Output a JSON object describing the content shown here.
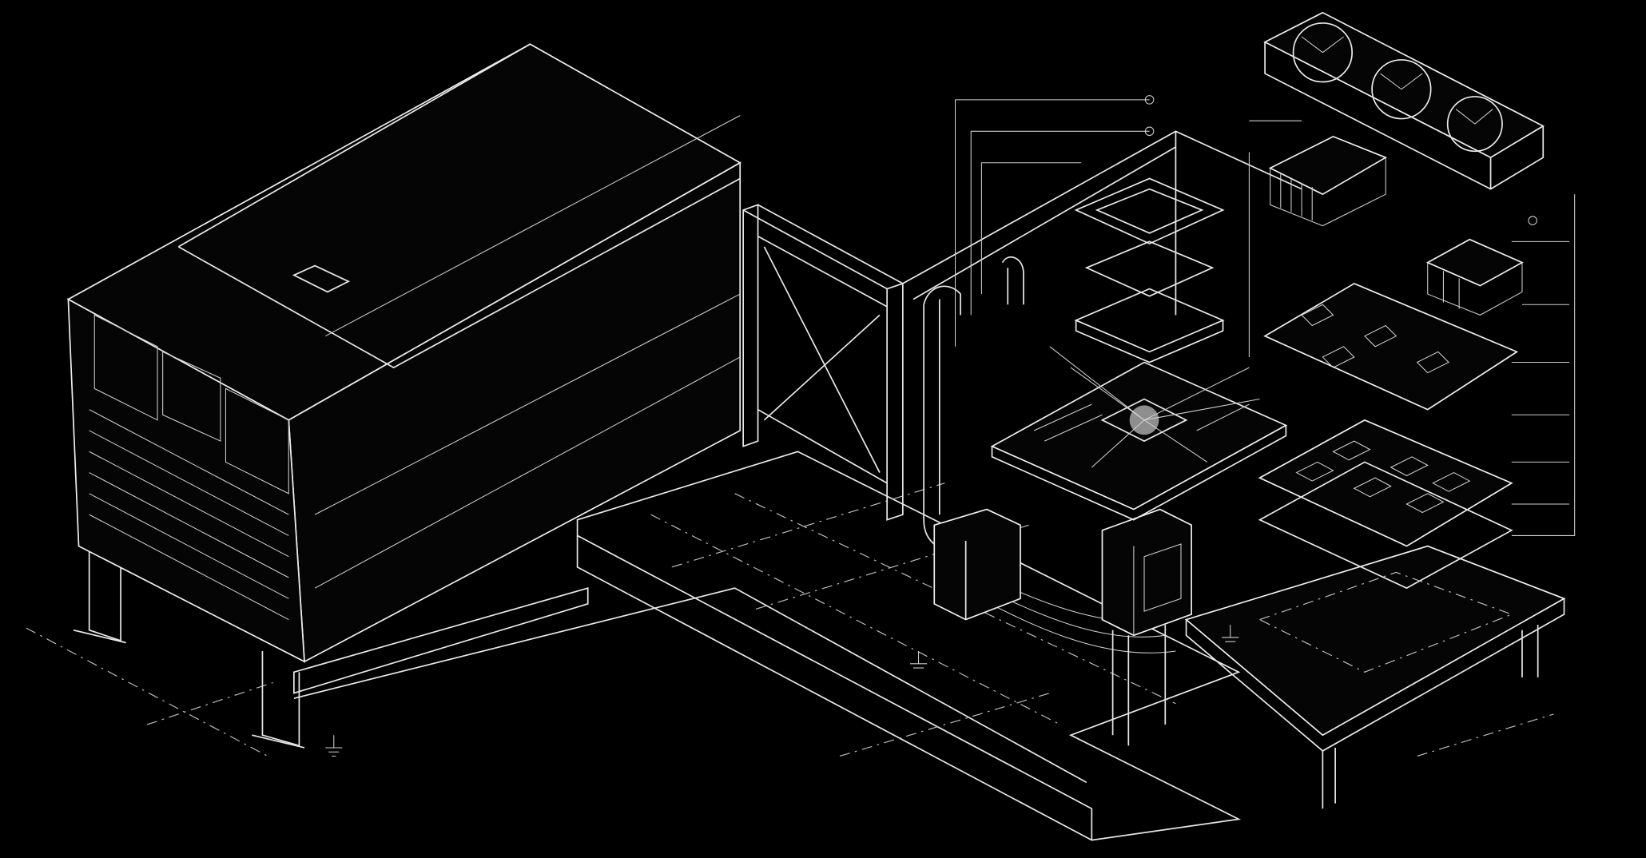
{
  "colors": {
    "background": "#000000",
    "line": "#e8e8e8",
    "glow": "#ffffff"
  },
  "components": [
    "server-rack",
    "frame-stand",
    "cooling-pipes",
    "motherboard",
    "cpu-stack",
    "gpu-card",
    "heatsinks",
    "memory-board",
    "power-boxes",
    "base-platform"
  ]
}
